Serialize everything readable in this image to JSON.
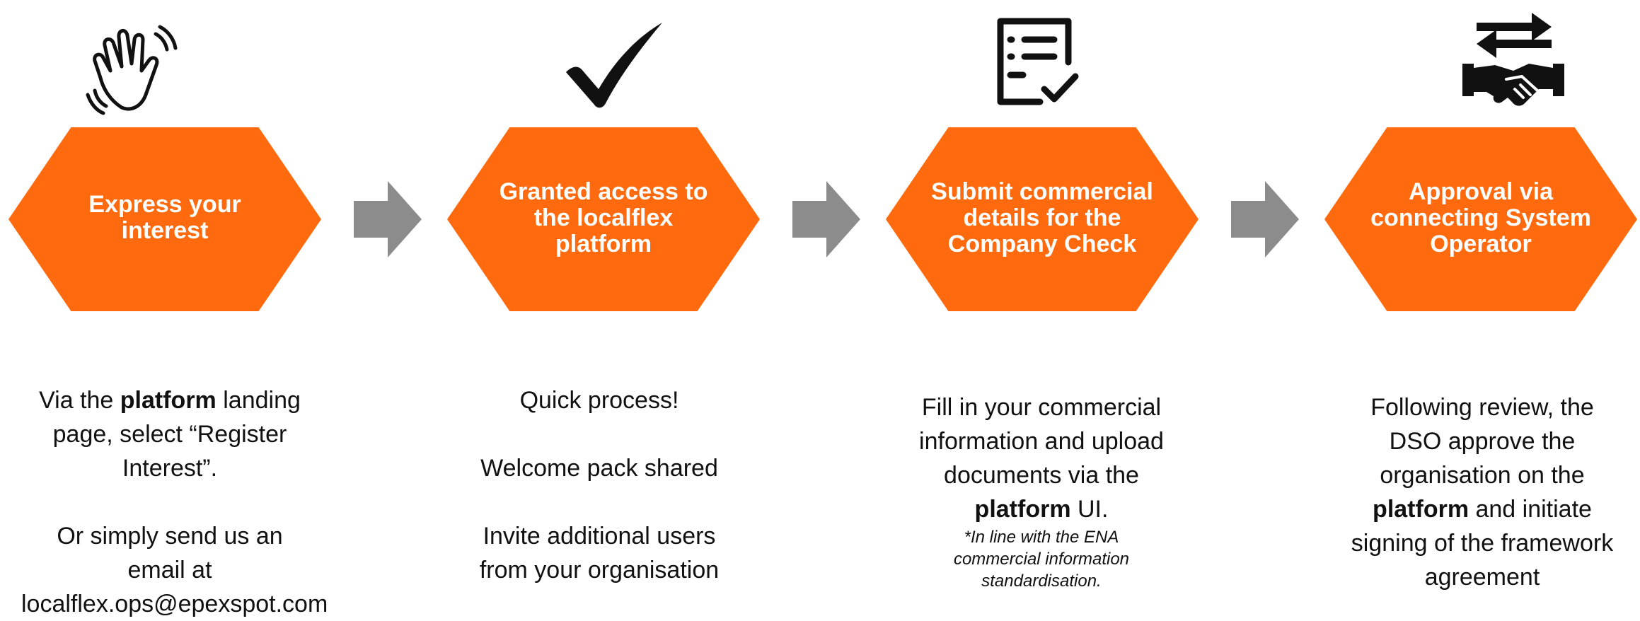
{
  "steps": [
    {
      "title": "Express your interest",
      "icon": "waving-hand-icon",
      "desc": {
        "line1": "Via the ",
        "bold1": "platform",
        "line1b": " landing page, select “Register Interest”.",
        "line2": "Or simply send us an email at",
        "email": "localflex.ops@epexspot.com"
      }
    },
    {
      "title": "Granted access to the localflex platform",
      "icon": "checkmark-icon",
      "desc": {
        "p1": "Quick process!",
        "p2": "Welcome pack shared",
        "p3": "Invite additional users from your organisation"
      }
    },
    {
      "title": "Submit commercial details for the Company Check",
      "icon": "checklist-document-icon",
      "desc": {
        "lead": "Fill in your commercial information and upload documents via the ",
        "bold": "platform",
        "tail": " UI.",
        "note": "*In line with the ENA commercial information standardisation."
      }
    },
    {
      "title": "Approval via connecting System Operator",
      "icon": "handshake-exchange-icon",
      "desc": {
        "lead": "Following review, the DSO approve the organisation on the ",
        "bold": "platform",
        "tail": " and initiate signing of the framework agreement"
      }
    }
  ],
  "colors": {
    "accent": "#FF6A0E",
    "arrow": "#8C8C8C",
    "text": "#111111"
  }
}
